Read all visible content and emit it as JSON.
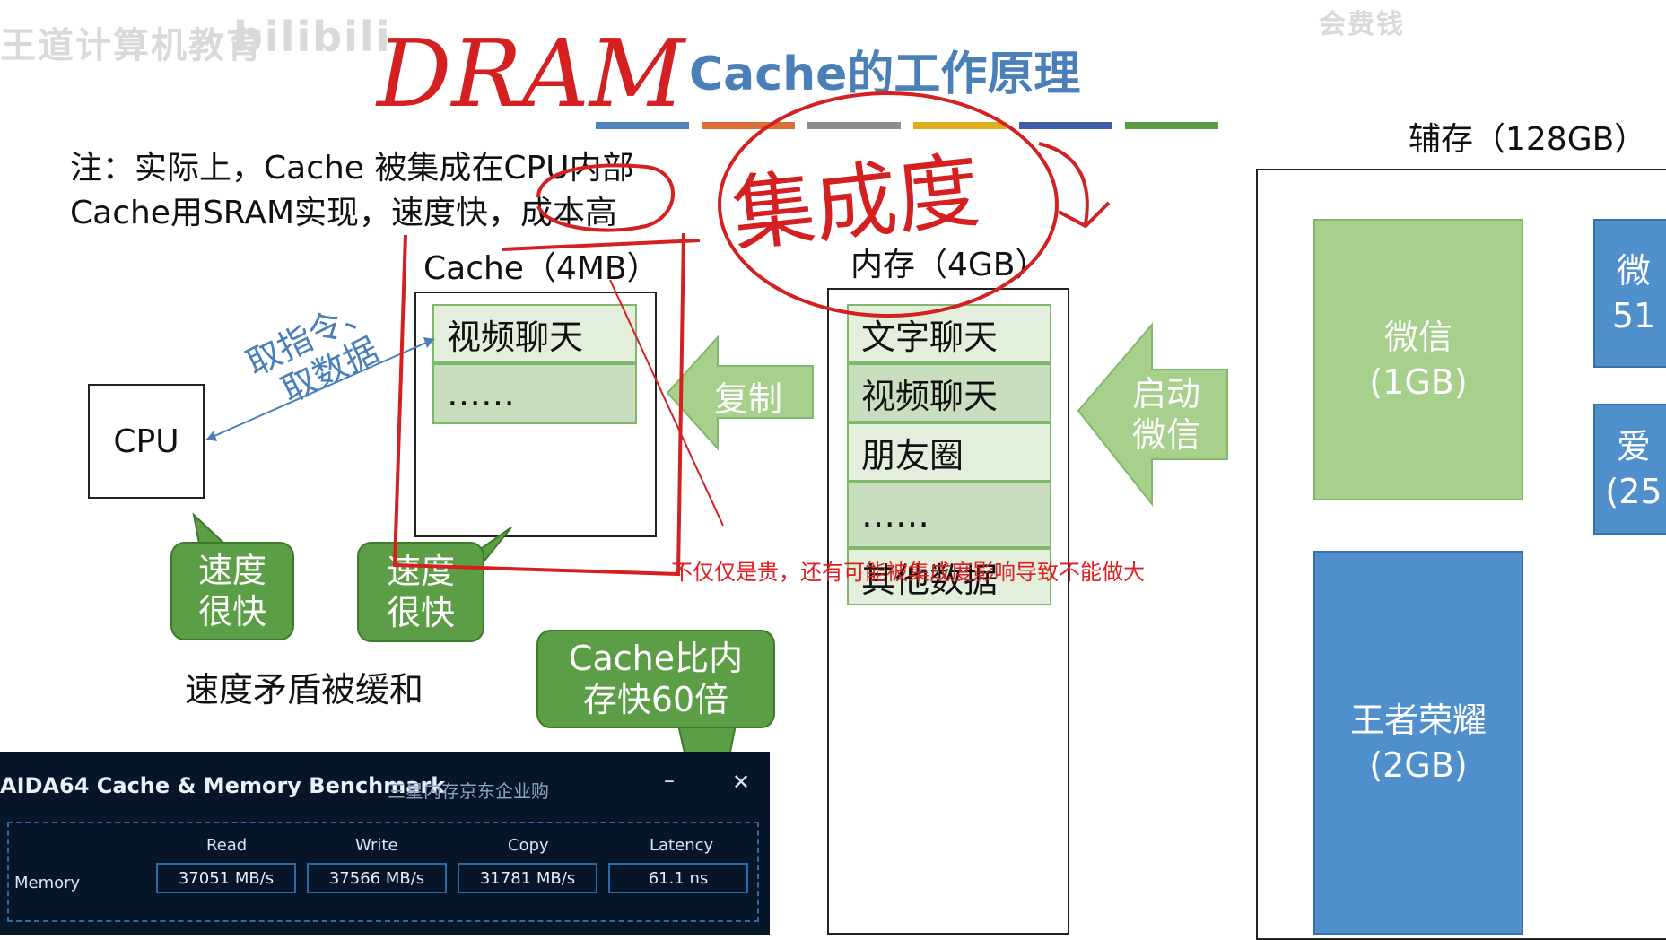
{
  "watermark": {
    "channel": "王道计算机教育",
    "site": "bilibili",
    "corner": "会费钱"
  },
  "slide": {
    "title": "Cache的工作原理",
    "handwriting": {
      "dram": "DRAM",
      "integration": "集成度"
    },
    "notes": [
      "注：实际上，Cache 被集成在CPU内部",
      "Cache用SRAM实现，速度快，成本高"
    ],
    "cpu_label": "CPU",
    "fetch_label": [
      "取指令、",
      "取数据"
    ],
    "cache": {
      "title": "Cache（4MB）",
      "items": [
        "视频聊天",
        "……"
      ]
    },
    "copy_label": "复制",
    "memory": {
      "title": "内存（4GB）",
      "items": [
        "文字聊天",
        "视频聊天",
        "朋友圈",
        "……",
        "其他数据"
      ]
    },
    "launch_label": [
      "启动",
      "微信"
    ],
    "disk": {
      "title": "辅存（128GB）",
      "blocks": [
        {
          "name": "微信",
          "size": "(1GB)",
          "color": "green"
        },
        {
          "name": "微",
          "size": "51",
          "color": "blue"
        },
        {
          "name": "爱",
          "size": "(25",
          "color": "blue"
        },
        {
          "name": "王者荣耀",
          "size": "(2GB)",
          "color": "blue"
        }
      ]
    },
    "callouts": {
      "cpu_speed": [
        "速度",
        "很快"
      ],
      "cache_speed": [
        "速度",
        "很快"
      ],
      "cache_vs_mem": [
        "Cache比内",
        "存快60倍"
      ]
    },
    "relief": "速度矛盾被缓和",
    "annotation": "不仅仅是贵，还有可能被集成度影响导致不能做大",
    "title_bar_colors": [
      "#4f81bd",
      "#d9703a",
      "#8c8c8c",
      "#e0ac1f",
      "#3f5fa8",
      "#5a9b45"
    ]
  },
  "aida": {
    "title": "AIDA64 Cache & Memory Benchmark",
    "subtitle": "三星内存京东企业购",
    "minimize": "–",
    "close": "✕",
    "columns": [
      "Read",
      "Write",
      "Copy",
      "Latency"
    ],
    "row_label": "Memory",
    "values": [
      "37051 MB/s",
      "37566 MB/s",
      "31781 MB/s",
      "61.1 ns"
    ]
  }
}
